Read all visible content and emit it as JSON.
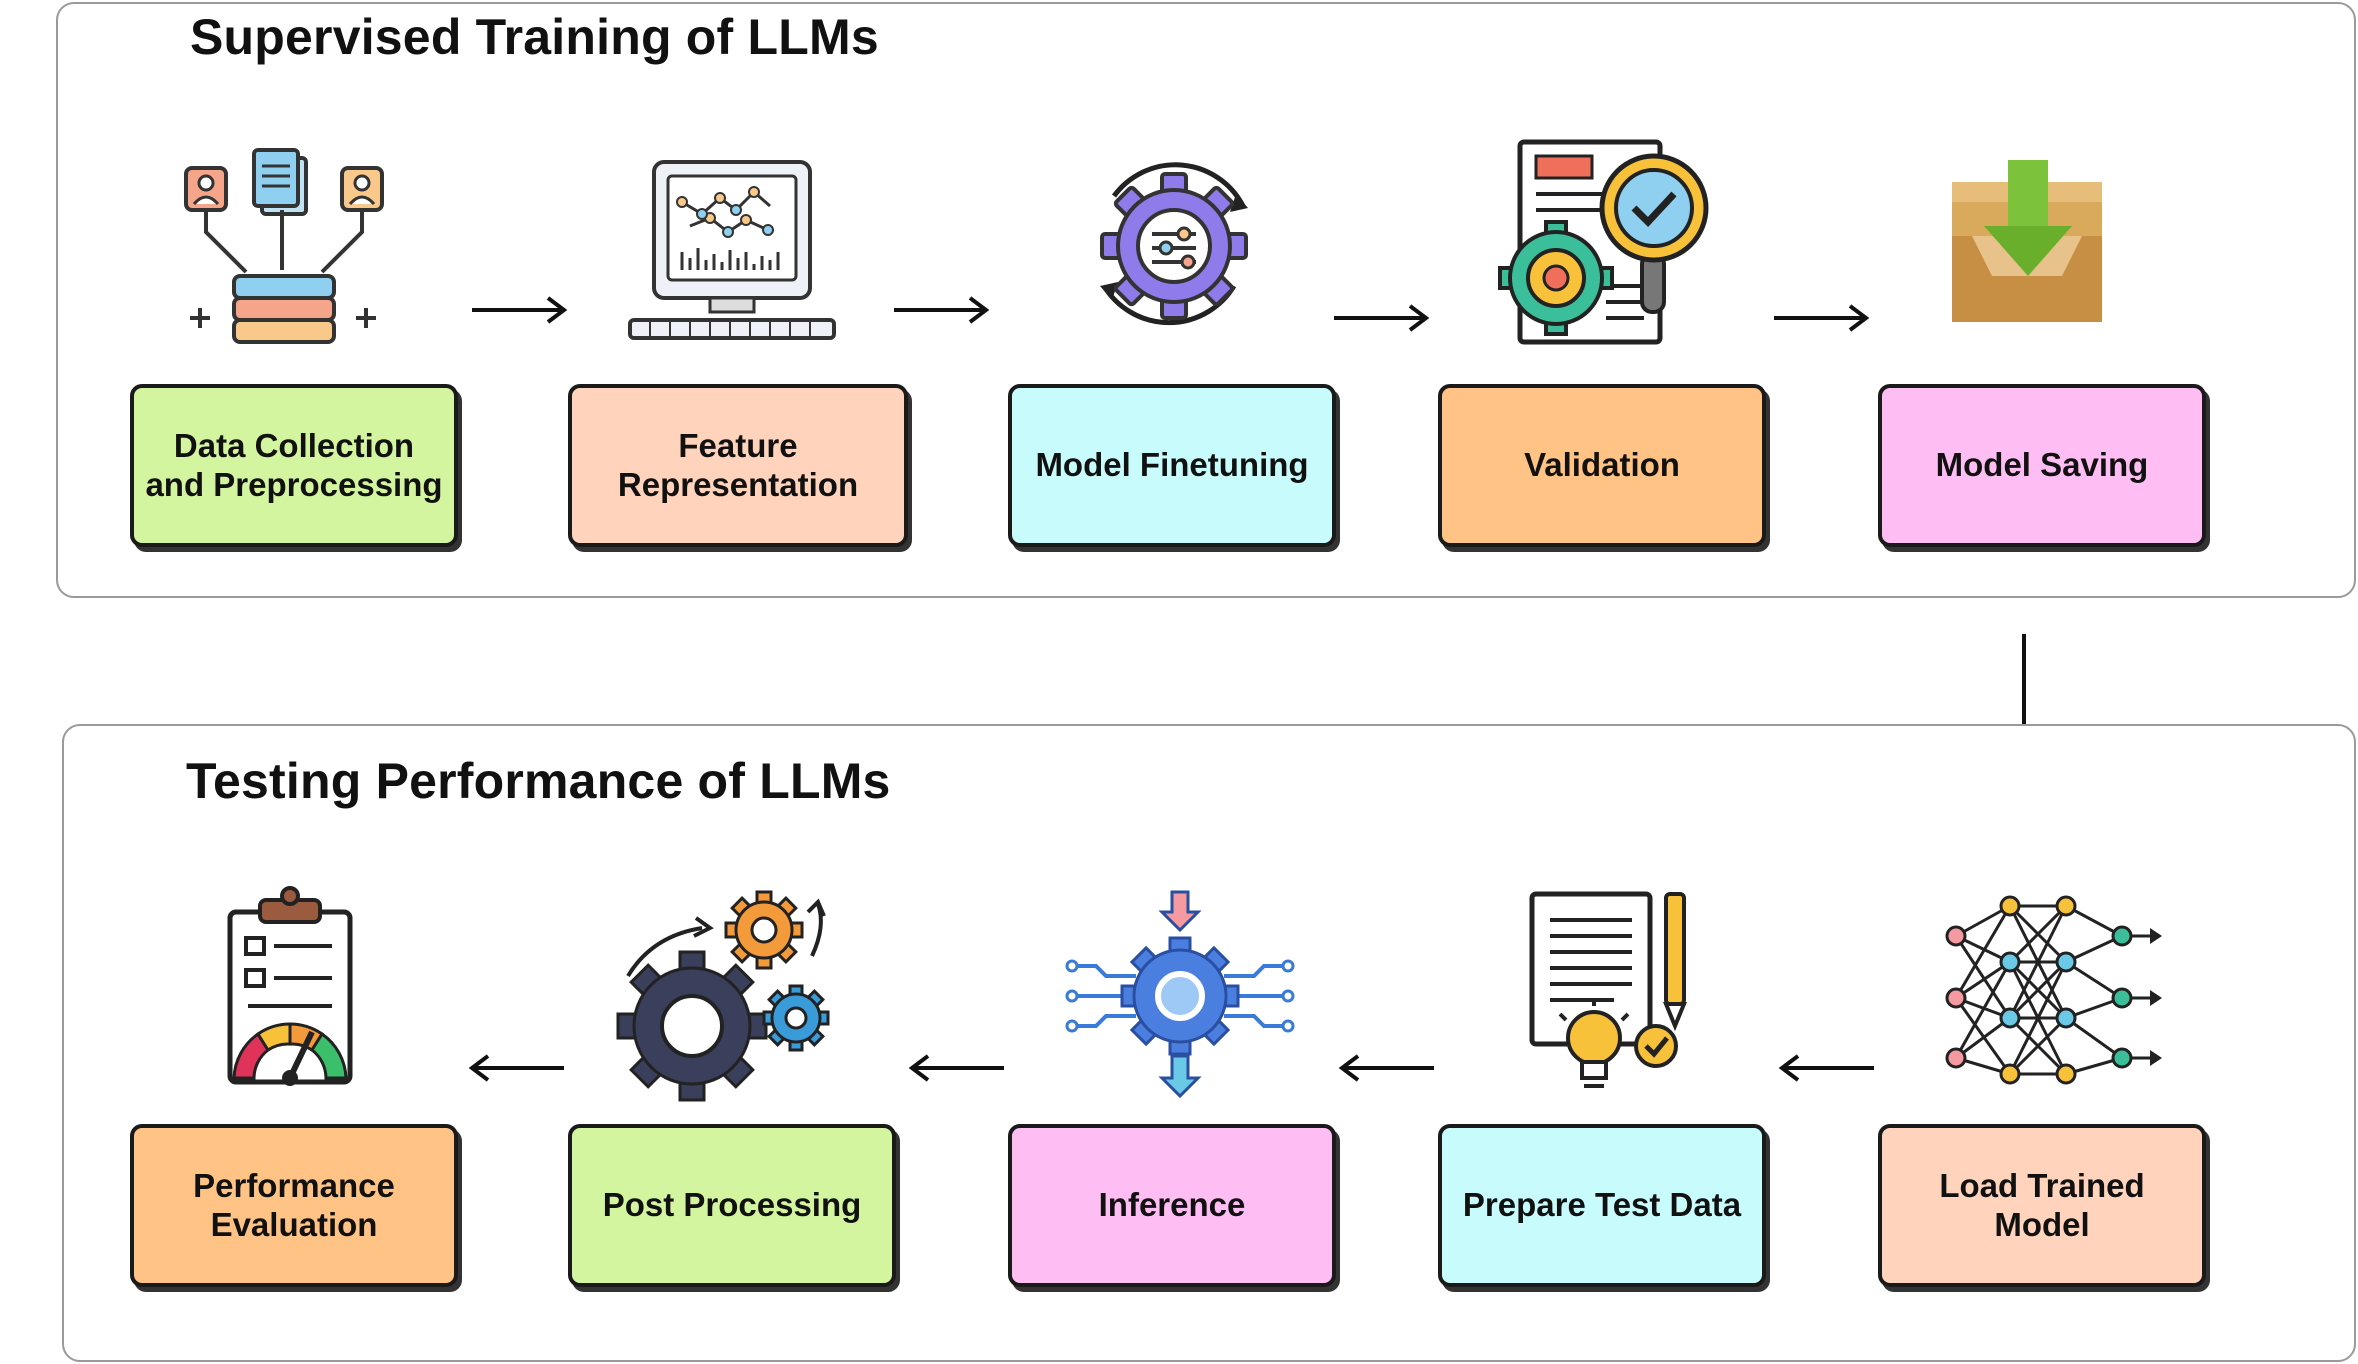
{
  "sections": {
    "training": {
      "title": "Supervised Training of LLMs",
      "steps": [
        {
          "label": "Data Collection and Preprocessing",
          "color": "#d4f5a0",
          "icon": "data-collection-icon"
        },
        {
          "label": "Feature Representation",
          "color": "#ffd3bc",
          "icon": "monitor-graph-icon"
        },
        {
          "label": "Model Finetuning",
          "color": "#c8fcfc",
          "icon": "gear-settings-icon"
        },
        {
          "label": "Validation",
          "color": "#ffc386",
          "icon": "validation-report-icon"
        },
        {
          "label": "Model Saving",
          "color": "#ffbef3",
          "icon": "download-box-icon"
        }
      ]
    },
    "testing": {
      "title": "Testing Performance of LLMs",
      "steps": [
        {
          "label": "Load Trained Model",
          "color": "#ffd3bc",
          "icon": "neural-network-icon"
        },
        {
          "label": "Prepare Test Data",
          "color": "#c8fcfc",
          "icon": "document-idea-icon"
        },
        {
          "label": "Inference",
          "color": "#ffbef3",
          "icon": "chip-gear-icon"
        },
        {
          "label": "Post Processing",
          "color": "#d4f5a0",
          "icon": "gears-icon"
        },
        {
          "label": "Performance Evaluation",
          "color": "#ffc386",
          "icon": "clipboard-gauge-icon"
        }
      ]
    }
  }
}
